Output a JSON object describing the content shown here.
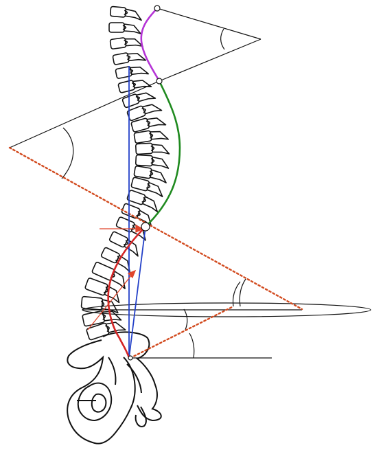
{
  "diagram": {
    "type": "sagittal-spine-alignment",
    "background_color": "#ffffff",
    "bone_outline_color": "#111111",
    "construction_line_color": "#111111",
    "colors": {
      "cervical_curve": "#b533d6",
      "thoracic_curve": "#1f8a1f",
      "lumbar_curve": "#d42525",
      "plumb_line": "#2340c8",
      "dotted_line": "#d24a1e",
      "arrow": "#e0452a"
    },
    "curves": [
      {
        "name": "cervical-curve",
        "color_key": "cervical_curve"
      },
      {
        "name": "thoracic-curve",
        "color_key": "thoracic_curve"
      },
      {
        "name": "lumbar-curve",
        "color_key": "lumbar_curve"
      }
    ],
    "angle_markers": [
      {
        "name": "cervical-angle-arc"
      },
      {
        "name": "thoracic-angle-arc"
      },
      {
        "name": "lumbar-angle-arc"
      },
      {
        "name": "pelvic-angle-arc"
      },
      {
        "name": "sacral-slope-arc"
      }
    ],
    "vertebrae": {
      "cervical_count": 7,
      "thoracic_count": 12,
      "lumbar_count": 5
    }
  }
}
